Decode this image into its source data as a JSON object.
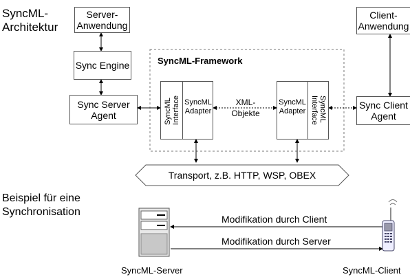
{
  "title": {
    "line1": "SyncML-",
    "line2": "Architektur"
  },
  "server_app": {
    "line1": "Server-",
    "line2": "Anwendung"
  },
  "client_app": {
    "line1": "Client-",
    "line2": "Anwendung"
  },
  "sync_engine": "Sync Engine",
  "sync_server_agent": {
    "line1": "Sync Server",
    "line2": "Agent"
  },
  "sync_client_agent": {
    "line1": "Sync Client",
    "line2": "Agent"
  },
  "framework_label": "SyncML-Framework",
  "left_interface": {
    "line1": "SyncML",
    "line2": "Interface"
  },
  "left_adapter": {
    "line1": "SyncML",
    "line2": "Adapter"
  },
  "right_adapter": {
    "line1": "SyncML",
    "line2": "Adapter"
  },
  "right_interface": {
    "line1": "SyncML",
    "line2": "Interface"
  },
  "xml_label": {
    "line1": "XML-",
    "line2": "Objekte"
  },
  "transport": "Transport, z.B. HTTP, WSP, OBEX",
  "example_title": {
    "line1": "Beispiel für eine",
    "line2": "Synchronisation"
  },
  "mod_client": "Modifikation durch Client",
  "mod_server": "Modifikation durch Server",
  "server_label": "SyncML-Server",
  "client_label": "SyncML-Client"
}
